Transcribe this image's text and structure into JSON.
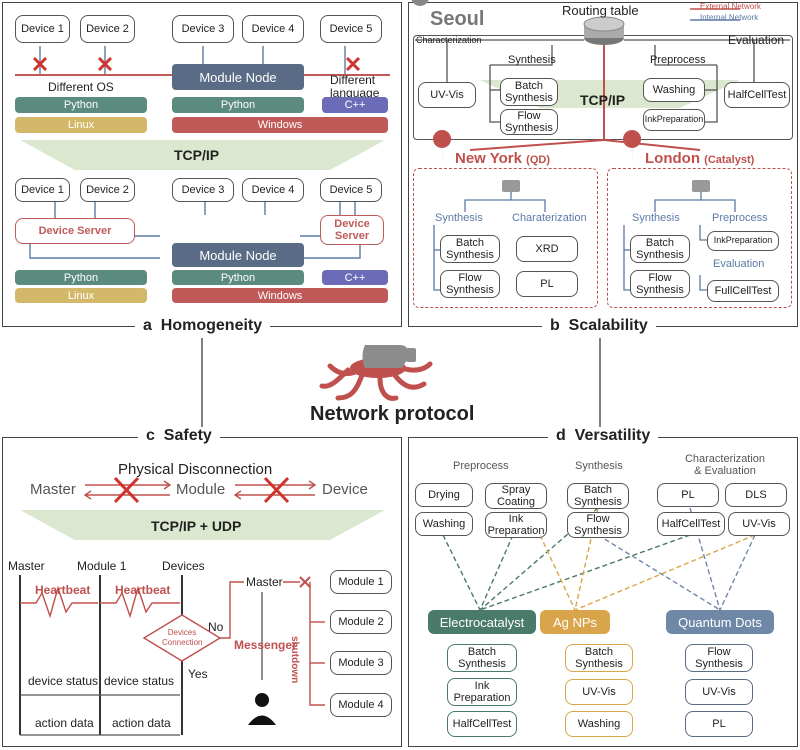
{
  "panel_a": {
    "label": "a",
    "title": "Homogeneity",
    "top_devices": [
      "Device 1",
      "Device 2",
      "Device 3",
      "Device 4",
      "Device 5"
    ],
    "module_node": "Module Node",
    "different_os": "Different OS",
    "different_language": "Different language",
    "python": "Python",
    "linux": "Linux",
    "windows": "Windows",
    "cpp": "C++",
    "tcpip": "TCP/IP",
    "bottom_devices": [
      "Device 1",
      "Device 2",
      "Device 3",
      "Device 4",
      "Device 5"
    ],
    "device_server": "Device Server"
  },
  "panel_b": {
    "label": "b",
    "title": "Scalability",
    "seoul": "Seoul",
    "routing_table": "Routing table",
    "legend_external": "External Network",
    "legend_internal": "Internal Network",
    "characterization": "Characterization",
    "evaluation": "Evaluation",
    "synthesis": "Synthesis",
    "preprocess": "Preprocess",
    "uvvis": "UV-Vis",
    "batch_synthesis": "Batch Synthesis",
    "flow_synthesis": "Flow Synthesis",
    "washing": "Washing",
    "halfcelltest": "HalfCellTest",
    "inkpreparation": "InkPreparation",
    "tcpip": "TCP/IP",
    "newyork": "New York",
    "newyork_tag": "(QD)",
    "london": "London",
    "london_tag": "(Catalyst)",
    "ny_synthesis": "Synthesis",
    "ny_charaterization": "Charaterization",
    "ny_batch": "Batch Synthesis",
    "ny_flow": "Flow Synthesis",
    "ny_xrd": "XRD",
    "ny_pl": "PL",
    "ld_synthesis": "Synthesis",
    "ld_preprocess": "Preprocess",
    "ld_evaluation": "Evaluation",
    "ld_batch": "Batch Synthesis",
    "ld_flow": "Flow Synthesis",
    "ld_ink": "InkPreparation",
    "ld_fullcell": "FullCellTest"
  },
  "center": {
    "title": "Network protocol"
  },
  "panel_c": {
    "label": "c",
    "title": "Safety",
    "physical_disconnection": "Physical Disconnection",
    "master": "Master",
    "module": "Module",
    "device": "Device",
    "tcpudp": "TCP/IP + UDP",
    "col_master": "Master",
    "col_module1": "Module 1",
    "col_devices": "Devices",
    "heartbeat1": "Heartbeat",
    "heartbeat2": "Heartbeat",
    "devices_connection": "Devices Connection",
    "no": "No",
    "yes": "Yes",
    "master2": "Master",
    "messenger": "Messenger",
    "shutdown": "shutdown",
    "modules": [
      "Module 1",
      "Module 2",
      "Module 3",
      "Module 4"
    ],
    "device_status1": "device status",
    "device_status2": "device status",
    "action_data1": "action data",
    "action_data2": "action data"
  },
  "panel_d": {
    "label": "d",
    "title": "Versatility",
    "preprocess": "Preprocess",
    "synthesis": "Synthesis",
    "char_eval": "Characterization & Evaluation",
    "drying": "Drying",
    "spray_coating": "Spray Coating",
    "washing": "Washing",
    "ink_preparation": "Ink Preparation",
    "batch_synthesis": "Batch Synthesis",
    "flow_synthesis": "Flow Synthesis",
    "pl": "PL",
    "dls": "DLS",
    "halfcelltest": "HalfCellTest",
    "uvvis": "UV-Vis",
    "electrocatalyst": "Electrocatalyst",
    "agnps": "Ag NPs",
    "quantum_dots": "Quantum Dots",
    "ec_items": [
      "Batch Synthesis",
      "Ink Preparation",
      "HalfCellTest"
    ],
    "ag_items": [
      "Batch Synthesis",
      "UV-Vis",
      "Washing"
    ],
    "qd_items": [
      "Flow Synthesis",
      "UV-Vis",
      "PL"
    ]
  },
  "colors": {
    "module_node": "#5a6b85",
    "python": "#5b8a7e",
    "linux": "#d4b86a",
    "windows": "#bf5a58",
    "cpp": "#6b6bb8",
    "red": "#c0504d",
    "blue": "#5b7aa6",
    "tcp_band": "#dbe8cf",
    "green_dark": "#4a7a6a",
    "gold": "#d9a54a",
    "slate": "#7088a8"
  }
}
